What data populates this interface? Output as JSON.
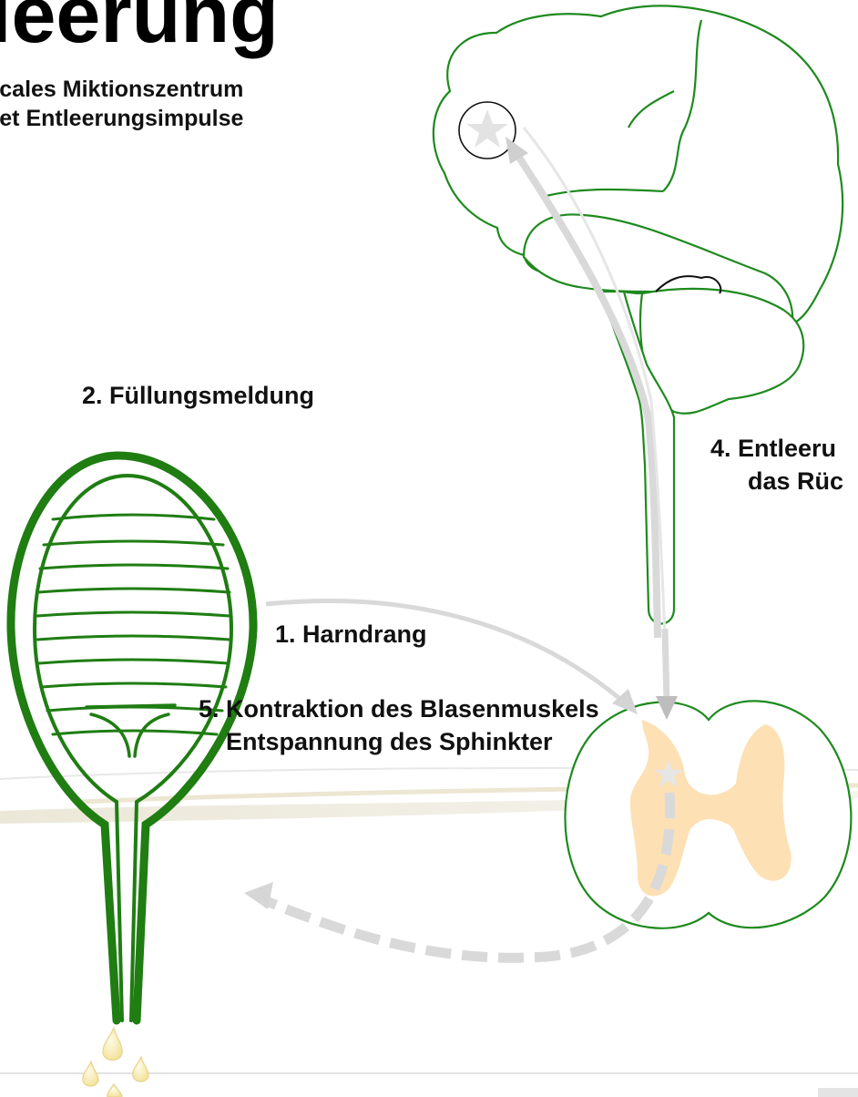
{
  "title": "leerung",
  "labels": {
    "cortex_line1": "ticales Miktionszentrum",
    "cortex_line2": "det Entleerungsimpulse",
    "filling": "2. Füllungsmeldung",
    "urge": "1. Harndrang",
    "entleerung_line1": "4. Entleeru",
    "entleerung_line2": "das Rüc",
    "contraction_line1": "5. Kontraktion des Blasenmuskels",
    "contraction_line2": "Entspannung des Sphinkter"
  },
  "colors": {
    "brain_outline": "#1e8a1e",
    "bladder": "#1f7d12",
    "grey_matter": "#fde0b3",
    "arrow": "#d9d9d9",
    "star": "#e3e3e3"
  }
}
